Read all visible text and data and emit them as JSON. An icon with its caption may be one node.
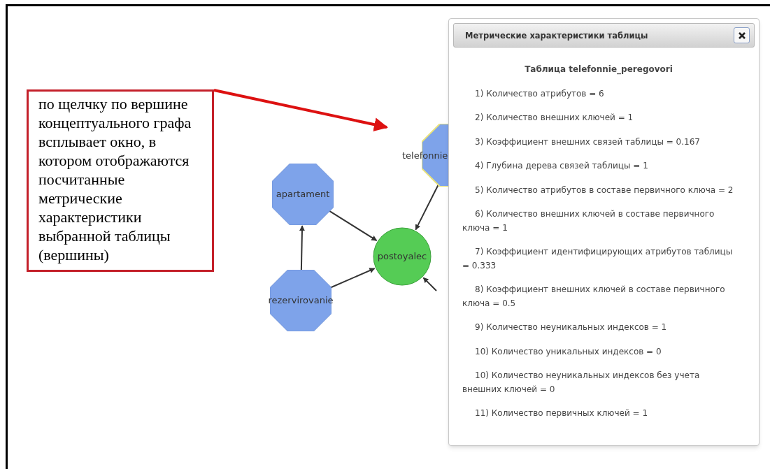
{
  "diagram": {
    "nodes": [
      {
        "text": [
          "по щелчку по вершине концептуального графа всплывает окно, в котором отображаются посчитанные метрические характеристики выбранной таблицы (вершины)"
        ]
      },
      {
        "text": [
          "telefonnie"
        ]
      },
      {
        "text": [
          "apartament"
        ]
      },
      {
        "text": [
          "postoyalec"
        ]
      },
      {
        "text": [
          "rezervirovanie"
        ]
      },
      {
        "text": [
          "Метрические характеристики таблицы",
          "Таблица telefonnie_peregovori",
          "1) Количество атрибутов = 6",
          "2) Количество внешних ключей = 1",
          "3) Коэффициент внешних связей таблицы = 0.167",
          "4) Глубина дерева связей таблицы = 1",
          "5) Количество атрибутов в составе первичного ключа = 2",
          "6) Количество внешних ключей в составе первичного ключа = 1",
          "7) Коэффициент идентифицирующих атрибутов таблицы = 0.333",
          "8) Коэффициент внешних ключей в составе первичного ключа = 0.5",
          "9) Количество неуникальных индексов = 1",
          "10) Количество уникальных индексов = 0",
          "10) Количество неуникальных индексов без учета внешних ключей = 0",
          "11) Количество первичных ключей = 1"
        ]
      }
    ],
    "edges": [
      {
        "from": 0,
        "to": null,
        "arrow": "to",
        "style": "thick",
        "color": "#dd1111"
      },
      {
        "from": 1,
        "to": 3,
        "arrow": "to"
      },
      {
        "from": 2,
        "to": 3,
        "arrow": "to"
      },
      {
        "from": 4,
        "to": 3,
        "arrow": "to"
      },
      {
        "from": 4,
        "to": 2,
        "arrow": "to"
      },
      {
        "from": null,
        "to": 3,
        "arrow": "to"
      }
    ]
  }
}
